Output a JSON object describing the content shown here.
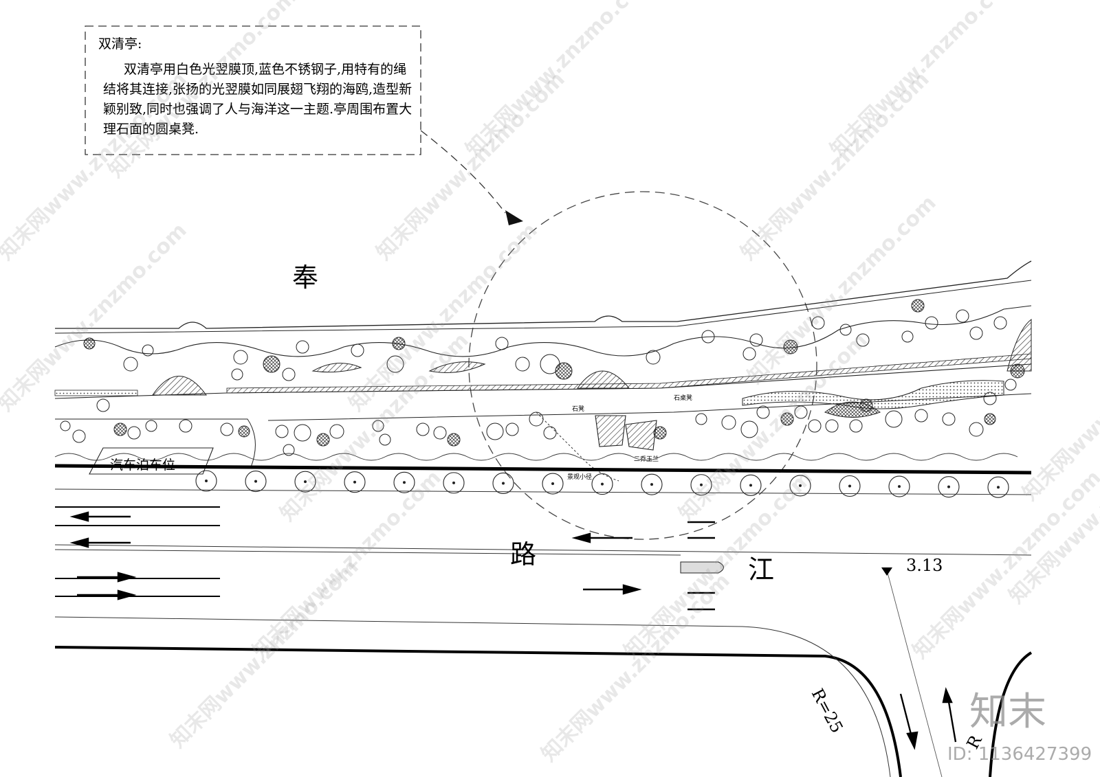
{
  "annotation": {
    "title": "双清亭:",
    "lines": [
      "双清亭用白色光翌膜顶,蓝色不锈钢子,用特有的绳",
      "结将其连接,张扬的光翌膜如同展翅飞翔的海鸥,造型新",
      "颖别致,同时也强调了人与海洋这一主题.亭周围布置大",
      "理石面的圆桌凳."
    ]
  },
  "labels": {
    "road_char_1": "奉",
    "road_char_2": "路",
    "road_char_3": "江",
    "parking": "汽车泊车位",
    "stone_bench": "石凳",
    "stone_table_bench": "石桌凳",
    "magnolia": "二乔玉兰",
    "path": "景观小径",
    "elevation": "3.13",
    "radius": "R=25",
    "radius_2": "R"
  },
  "watermark": {
    "text": "知末网www.znzmo.com",
    "brand": "知末",
    "id": "ID: 1136427399"
  }
}
